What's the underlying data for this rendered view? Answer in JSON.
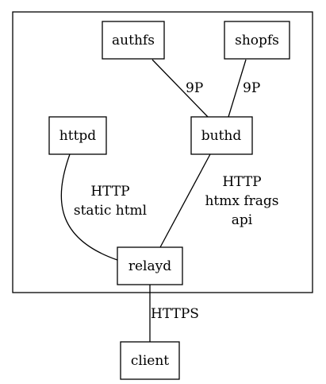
{
  "nodes": {
    "authfs": "authfs",
    "shopfs": "shopfs",
    "httpd": "httpd",
    "buthd": "buthd",
    "relayd": "relayd",
    "client": "client"
  },
  "edges": {
    "authfs_buthd": "9P",
    "shopfs_buthd": "9P",
    "httpd_relayd": [
      "HTTP",
      "static html"
    ],
    "buthd_relayd": [
      "HTTP",
      "htmx frags",
      "api"
    ],
    "relayd_client": "HTTPS"
  },
  "colors": {
    "stroke": "#000000",
    "background": "#ffffff"
  }
}
